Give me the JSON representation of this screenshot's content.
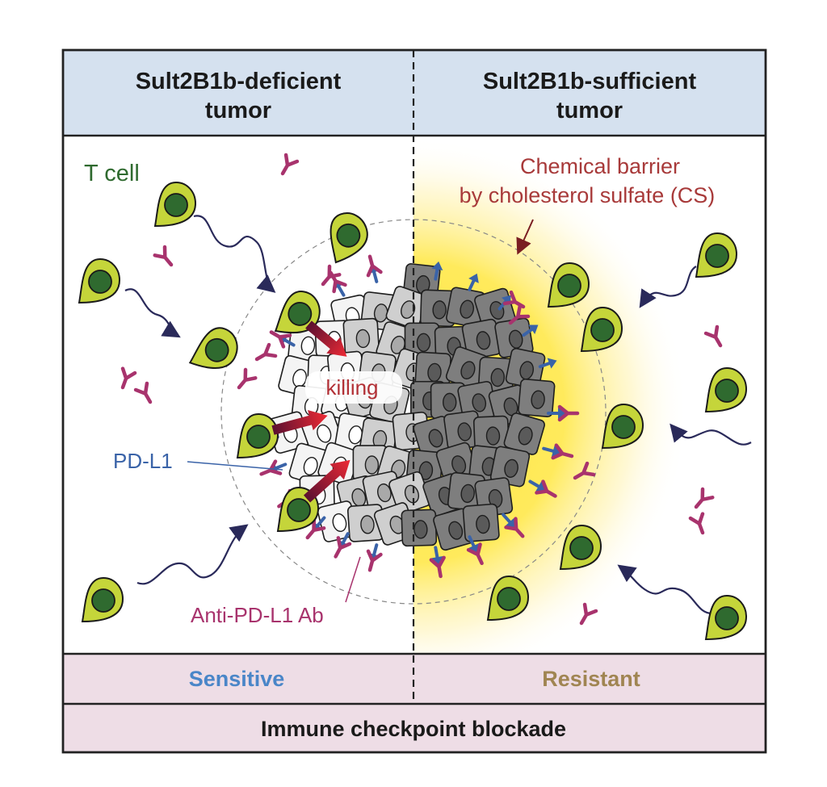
{
  "left_header": {
    "line1": "Sult2B1b-deficient",
    "line2": "tumor"
  },
  "right_header": {
    "line1": "Sult2B1b-sufficient",
    "line2": "tumor"
  },
  "labels": {
    "t_cell": "T cell",
    "barrier_line1": "Chemical barrier",
    "barrier_line2": "by cholesterol sulfate (CS)",
    "killing": "killing",
    "pd_l1": "PD-L1",
    "anti_pd_l1": "Anti-PD-L1 Ab"
  },
  "outcome": {
    "left": "Sensitive",
    "right": "Resistant"
  },
  "footer": "Immune checkpoint blockade",
  "colors": {
    "header_bg": "#d5e1ef",
    "outcome_bg": "#eedde6",
    "t_cell_body": "#c5d53a",
    "t_cell_nucleus": "#2f6a2f",
    "antibody": "#a8336d",
    "pd_l1": "#3a63a8",
    "barrier_glow": "#ffe24a",
    "sensitive_text": "#4a86c8",
    "resistant_text": "#a08552",
    "barrier_text": "#a83a3a",
    "killing_arrow": "#e8343a"
  }
}
